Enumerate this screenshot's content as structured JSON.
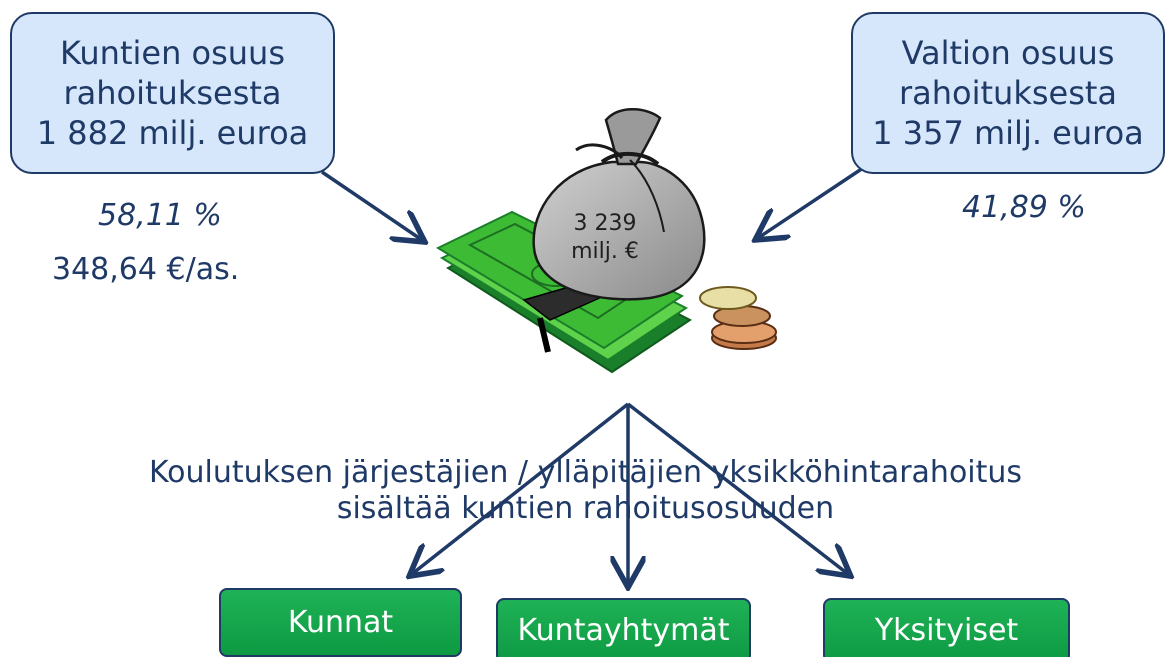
{
  "left_source": {
    "line1": "Kuntien osuus",
    "line2": "rahoituksesta",
    "line3": "1 882 milj. euroa",
    "share": "58,11 %",
    "per_capita": "348,64  €/as."
  },
  "right_source": {
    "line1": "Valtion osuus",
    "line2": "rahoituksesta",
    "line3": "1 357 milj. euroa",
    "share": "41,89 %"
  },
  "total": {
    "line1": "3 239",
    "line2": "milj. €"
  },
  "statement": {
    "line1": "Koulutuksen järjestäjien / ylläpitäjien yksikköhintarahoitus",
    "line2": "sisältää kuntien rahoitusosuuden"
  },
  "targets": [
    {
      "label": "Kunnat"
    },
    {
      "label": "Kuntayhtymät"
    },
    {
      "label": "Yksityiset"
    }
  ],
  "colors": {
    "callout_fill": "#d6e7fb",
    "text_navy": "#1f3a66",
    "target_green": "#16a34a",
    "arrow": "#1f3a66"
  }
}
